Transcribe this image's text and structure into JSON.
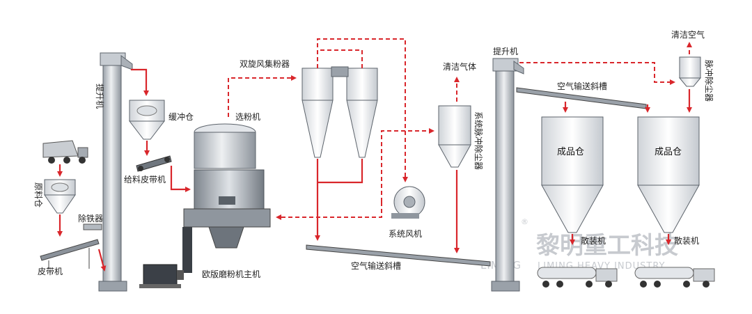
{
  "labels": {
    "elevator_left": "提升机",
    "buffer_bin": "缓冲仓",
    "raw_bin": "原料仓",
    "iron_remover": "除铁器",
    "belt_conveyor": "皮带机",
    "feeder_belt": "给料皮带机",
    "classifier": "选粉机",
    "main_mill": "欧版磨粉机主机",
    "twin_cyclone": "双旋风集粉器",
    "system_fan": "系统风机",
    "clean_gas": "清洁气体",
    "pulse_collector": "系统脉冲除尘器",
    "air_slide_bottom": "空气输送斜槽",
    "elevator_right": "提升机",
    "air_slide_top": "空气输送斜槽",
    "product_bin_1": "成品仓",
    "product_bin_2": "成品仓",
    "bulk_loader_1": "散装机",
    "bulk_loader_2": "散装机",
    "clean_air": "清洁空气",
    "pulse_filter_small": "脉冲除尘器"
  },
  "watermark": {
    "brand_cn": "黎明重工科技",
    "brand_en": "LIMING HEAVY INDUSTRY",
    "brand_side": "LIMING",
    "registered": "®"
  },
  "colors": {
    "flow_red": "#d9262b",
    "equipment_gray": "#b8bec6",
    "equipment_light": "#e6e9ed",
    "equipment_dark": "#5c636b"
  }
}
